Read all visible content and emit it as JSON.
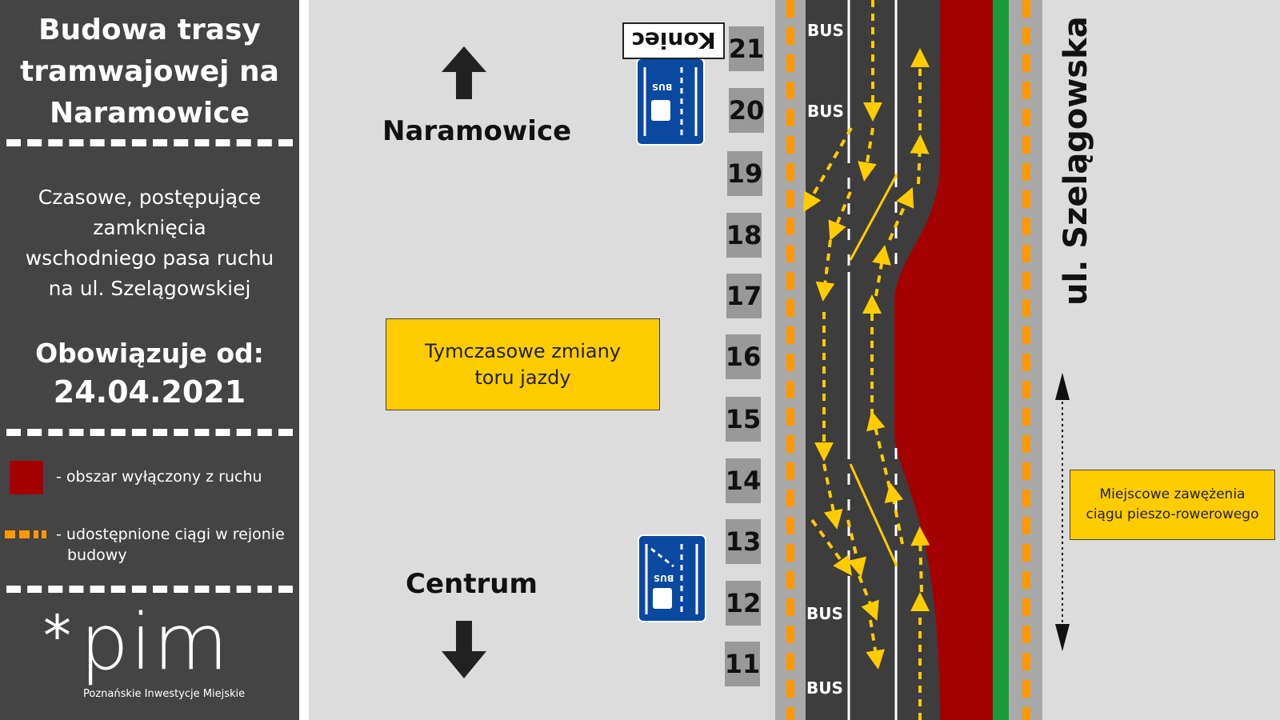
{
  "sidebar": {
    "title_lines": [
      "Budowa  trasy",
      "tramwajowej na",
      "Naramowice"
    ],
    "subtitle_lines": [
      "Czasowe, postępujące",
      "zamknięcia",
      "wschodniego pasa ruchu",
      "na ul. Szelągowskiej"
    ],
    "valid_from_label": "Obowiązuje od:",
    "valid_from_date": "24.04.2021",
    "legend": {
      "closed_area": "- obszar wyłączony z ruchu",
      "shared_routes_line1": "- udostępnione ciągi w rejonie",
      "shared_routes_line2": "budowy"
    },
    "logo": {
      "mark": "*pim",
      "text": "pim",
      "star": "*",
      "subtitle": "Poznańskie Inwestycje Miejskie"
    }
  },
  "map": {
    "north_label": "Naramowice",
    "south_label": "Centrum",
    "temp_changes_line1": "Tymczasowe zmiany",
    "temp_changes_line2": "toru jazdy",
    "narrowing_line1": "Miejscowe zawężenia",
    "narrowing_line2": "ciągu pieszo-rowerowego",
    "street_name": "ul. Szelągowska",
    "end_sign": "Koniec",
    "bus_labels": [
      "BUS",
      "BUS",
      "BUS",
      "BUS"
    ],
    "bus_sign_text": "BUS",
    "segment_numbers": [
      "21",
      "20",
      "19",
      "18",
      "17",
      "16",
      "15",
      "14",
      "13",
      "12",
      "11"
    ]
  },
  "colors": {
    "panel": "#444444",
    "closed_area": "#a50000",
    "asphalt": "#3d3d3d",
    "sidewalk": "#a9a9a9",
    "background": "#dcdcdc",
    "orange_dash": "#ff9900",
    "yellow_arrow": "#ffcc00",
    "green_strip": "#1a9a3a",
    "sign_blue": "#0a49a0"
  }
}
